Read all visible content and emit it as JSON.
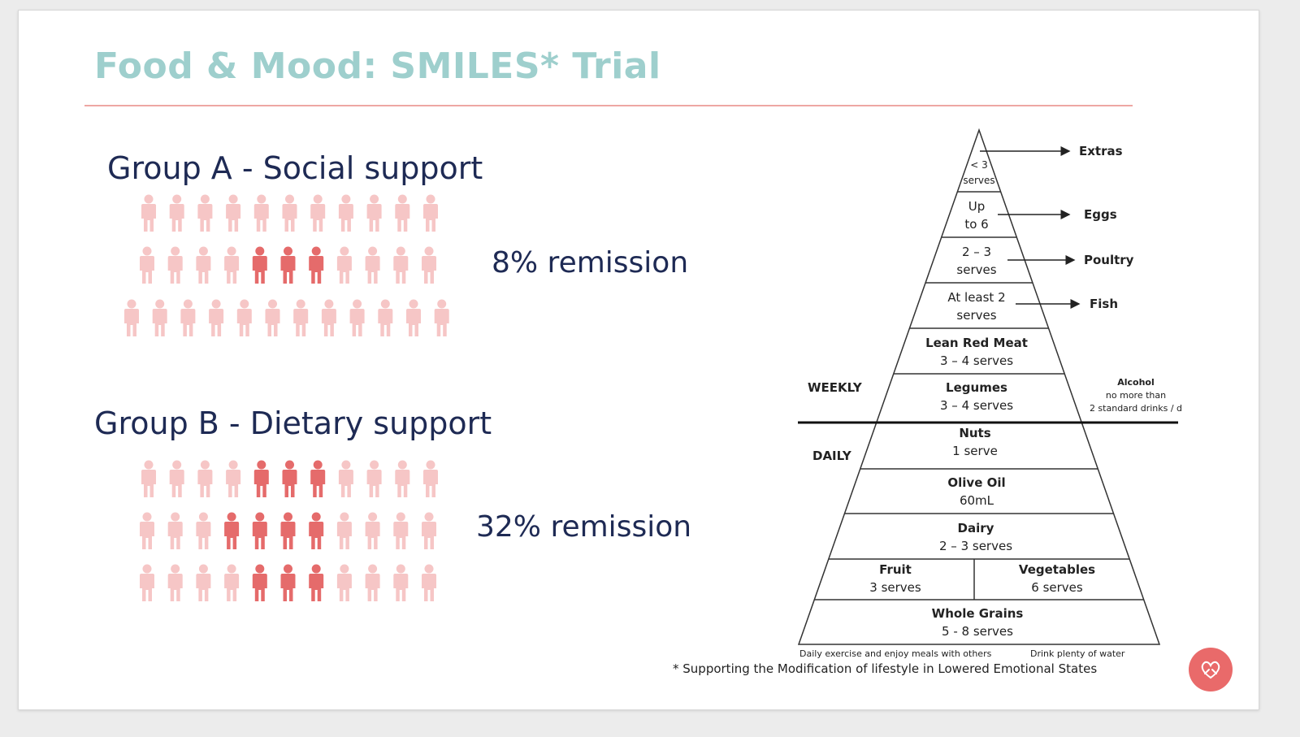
{
  "slide": {
    "title": "Food & Mood: SMILES* Trial",
    "footnote": "* Supporting the Modification of lifestyle in Lowered Emotional States",
    "logo_icon": "heart-hands-icon"
  },
  "colors": {
    "title": "#9ecfcd",
    "rule": "#eea7a3",
    "person_light": "#f6c6c6",
    "person_dark": "#e56b6b",
    "text_dark": "#1e2a54",
    "logo": "#e96a6a"
  },
  "groups": [
    {
      "title": "Group A - Social support",
      "remission": "8% remission",
      "rows": [
        {
          "total": 11,
          "highlighted": []
        },
        {
          "total": 11,
          "highlighted": [
            4,
            5,
            6
          ]
        },
        {
          "total": 12,
          "highlighted": []
        }
      ]
    },
    {
      "title": "Group B - Dietary support",
      "remission": "32% remission",
      "rows": [
        {
          "total": 11,
          "highlighted": [
            4,
            5,
            6
          ]
        },
        {
          "total": 11,
          "highlighted": [
            3,
            4,
            5,
            6
          ]
        },
        {
          "total": 11,
          "highlighted": [
            4,
            5,
            6
          ]
        }
      ]
    }
  ],
  "pyramid": {
    "levels": [
      {
        "lines": [
          "< 3",
          "serves"
        ],
        "bold": false
      },
      {
        "lines": [
          "Up",
          "to 6"
        ],
        "bold": false
      },
      {
        "lines": [
          "2 – 3",
          "serves"
        ],
        "bold": false
      },
      {
        "lines": [
          "At least 2",
          "serves"
        ],
        "bold": false
      },
      {
        "lines": [
          "Lean Red Meat",
          "3 – 4 serves"
        ],
        "bold": true
      },
      {
        "lines": [
          "Legumes",
          "3 – 4 serves"
        ],
        "bold": true
      },
      {
        "lines": [
          "Nuts",
          "1 serve"
        ],
        "bold": true
      },
      {
        "lines": [
          "Olive Oil",
          "60mL"
        ],
        "bold": true
      },
      {
        "lines": [
          "Dairy",
          "2 – 3 serves"
        ],
        "bold": true
      },
      {
        "lines": [
          "Fruit",
          "3 serves"
        ],
        "bold": true
      },
      {
        "lines": [
          "Vegetables",
          "6 serves"
        ],
        "bold": true
      },
      {
        "lines": [
          "Whole Grains",
          "5 - 8 serves"
        ],
        "bold": true
      }
    ],
    "arrow_labels": [
      "Extras",
      "Eggs",
      "Poultry",
      "Fish"
    ],
    "weekly_label": "WEEKLY",
    "daily_label": "DAILY",
    "alcohol": [
      "Alcohol",
      "no more than",
      "2 standard drinks / d"
    ],
    "bottom_left": "Daily exercise  and enjoy meals  with others",
    "bottom_right": "Drink plenty  of water"
  }
}
